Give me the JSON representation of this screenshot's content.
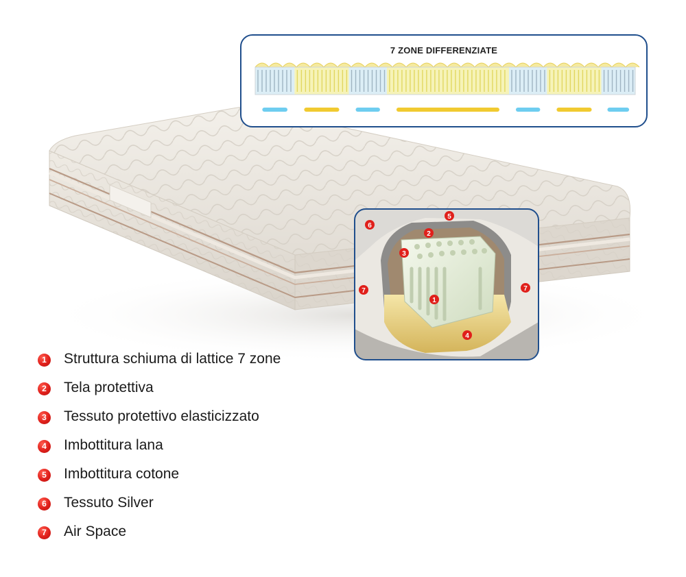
{
  "zones_title": "7 ZONE DIFFERENZIATE",
  "zones": [
    {
      "color": "#5ec8ee"
    },
    {
      "color": "#f0c419"
    },
    {
      "color": "#5ec8ee"
    },
    {
      "color": "#f0c419"
    },
    {
      "color": "#5ec8ee"
    },
    {
      "color": "#f0c419"
    },
    {
      "color": "#5ec8ee"
    }
  ],
  "callouts": [
    "1",
    "2",
    "3",
    "4",
    "5",
    "6",
    "7"
  ],
  "legend": [
    {
      "num": "1",
      "text": "Struttura schiuma di lattice 7 zone"
    },
    {
      "num": "2",
      "text": "Tela protettiva"
    },
    {
      "num": "3",
      "text": "Tessuto protettivo elasticizzato"
    },
    {
      "num": "4",
      "text": "Imbottitura lana"
    },
    {
      "num": "5",
      "text": "Imbottitura cotone"
    },
    {
      "num": "6",
      "text": "Tessuto Silver"
    },
    {
      "num": "7",
      "text": "Air Space"
    }
  ],
  "colors": {
    "badge_red": "#e0201b",
    "frame_blue": "#1f4e8c",
    "latex": "#e7f0d8",
    "wool": "#eed890",
    "mattress_fabric": "#ece8e1"
  }
}
